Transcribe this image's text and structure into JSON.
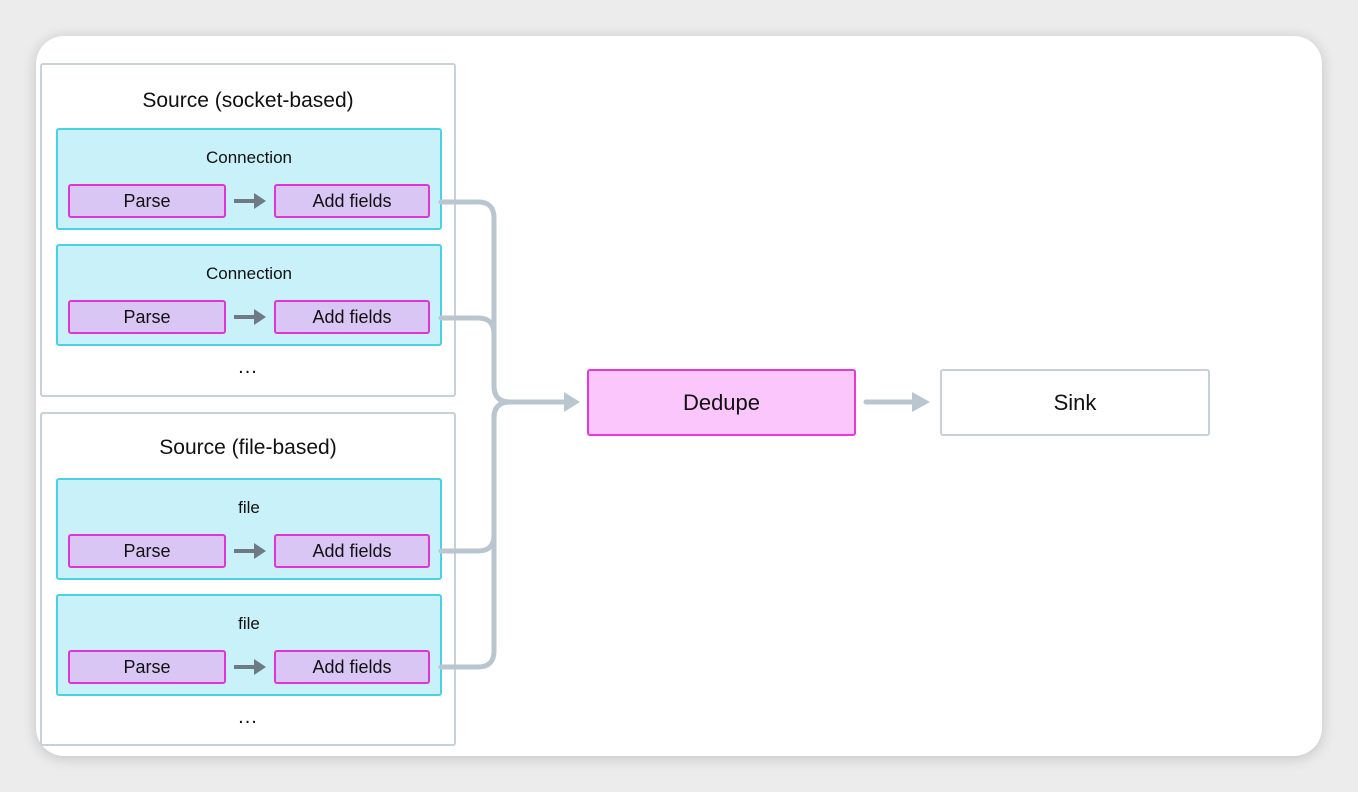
{
  "colors": {
    "group_border": "#c8d0d8",
    "connection_fill": "#c9f1fa",
    "connection_border": "#4ad1e3",
    "step_fill": "#d9c6f5",
    "step_border": "#de35d8",
    "dedupe_fill": "#fbc6fb",
    "dedupe_border": "#e53ad6",
    "wire": "#b9c6cf",
    "inner_arrow": "#6f7a84"
  },
  "socket_source": {
    "title": "Source (socket-based)",
    "connections": [
      {
        "label": "Connection",
        "parse": "Parse",
        "add_fields": "Add fields"
      },
      {
        "label": "Connection",
        "parse": "Parse",
        "add_fields": "Add fields"
      }
    ],
    "more": "..."
  },
  "file_source": {
    "title": "Source (file-based)",
    "connections": [
      {
        "label": "file",
        "parse": "Parse",
        "add_fields": "Add fields"
      },
      {
        "label": "file",
        "parse": "Parse",
        "add_fields": "Add fields"
      }
    ],
    "more": "..."
  },
  "dedupe": {
    "label": "Dedupe"
  },
  "sink": {
    "label": "Sink"
  }
}
